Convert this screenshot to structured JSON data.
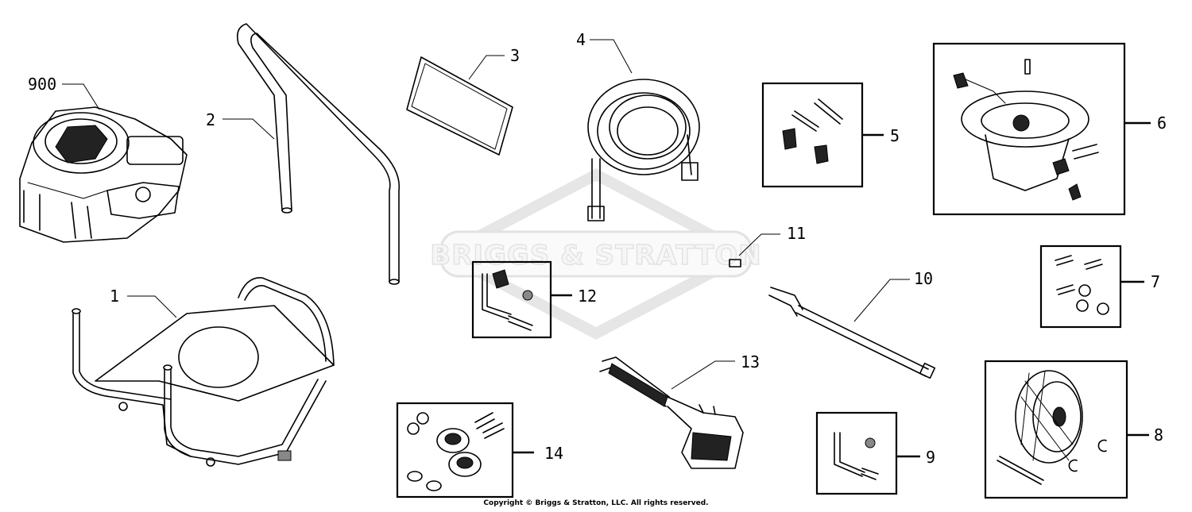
{
  "watermark": {
    "brand": "BRIGGS & STRATTON"
  },
  "callouts": {
    "engine": "900",
    "frame": "1",
    "handle": "2",
    "panel": "3",
    "hose": "4",
    "hardware_kit_5": "5",
    "pump": "6",
    "hardware_kit_7": "7",
    "wheel_kit": "8",
    "hardware_kit_9": "9",
    "lance": "10",
    "nozzle": "11",
    "hardware_kit_12": "12",
    "spray_gun": "13",
    "hardware_kit_14": "14"
  },
  "copyright": "Copyright © Briggs & Stratton, LLC. All rights reserved."
}
